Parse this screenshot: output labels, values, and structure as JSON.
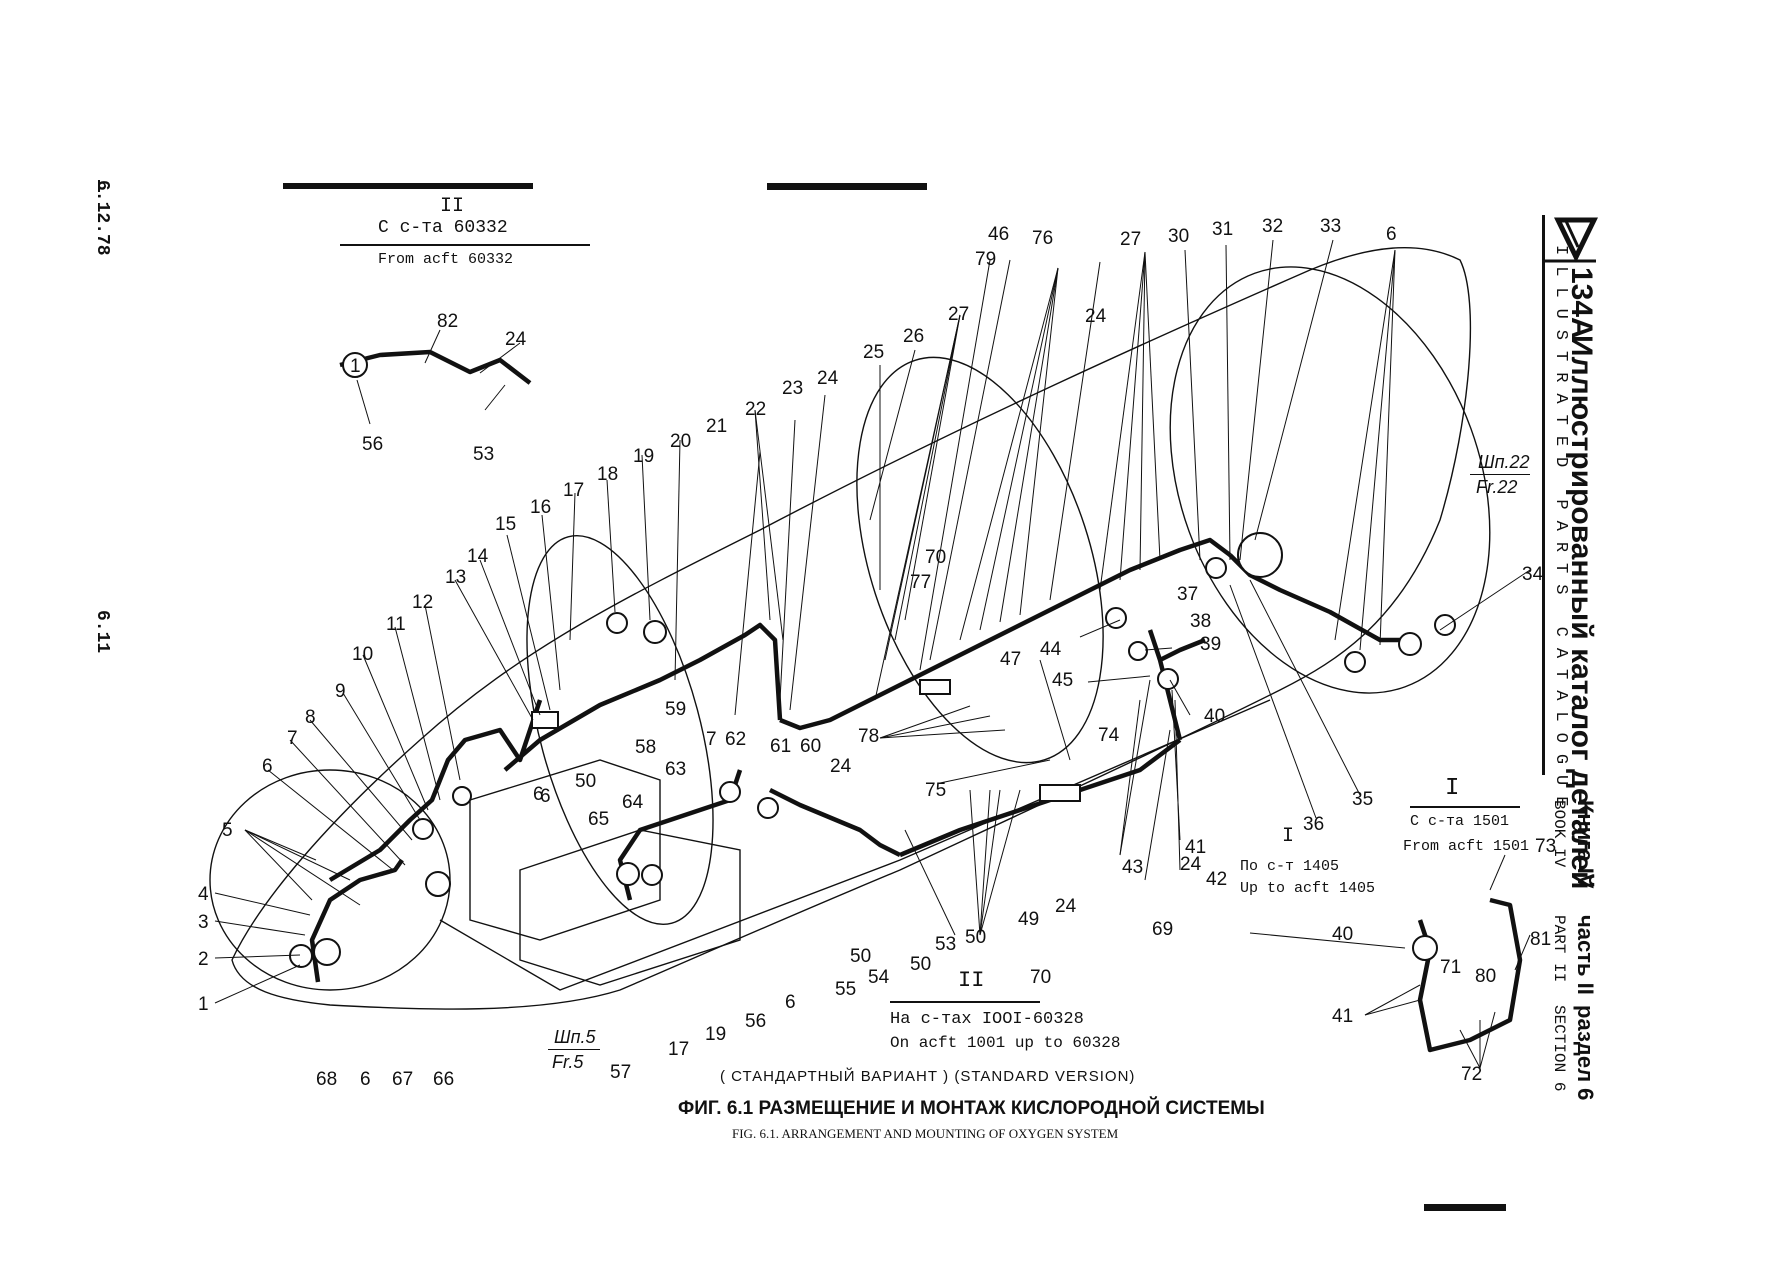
{
  "side_stamp": {
    "date": "6.12.78",
    "page": "6.11"
  },
  "header_strip": {
    "aircraft": "134A",
    "title_ru": "Иллюстрированный каталог деталей",
    "title_en": "ILLUSTRATED PARTS CATALOGUE",
    "book_ru": "Книга IV",
    "part_ru": "часть II",
    "section_ru": "раздел 6",
    "book_en": "BOOK IV",
    "part_en": "PART II",
    "section_en": "SECTION 6"
  },
  "insets": {
    "top": {
      "roman": "II",
      "ru": "С с-та 60332",
      "en": "From acft 60332"
    },
    "right": {
      "roman": "I",
      "ru": "С с-та 1501",
      "en": "From acft 1501"
    },
    "bottom_mid": {
      "roman": "II",
      "ru": "На с-тах IOOI-60328",
      "en": "On acft 1001 up to 60328"
    },
    "mid_note": {
      "roman": "I",
      "ru": "По с-т 1405",
      "en": "Up to acft 1405"
    }
  },
  "frame_labels": {
    "fr5_ru": "Шп.5",
    "fr5_en": "Fr.5",
    "fr22_ru": "Шп.22",
    "fr22_en": "Fr.22"
  },
  "captions": {
    "variant": "( СТАНДАРТНЫЙ ВАРИАНТ ) (STANDARD VERSION)",
    "figure_ru": "ФИГ. 6.1 РАЗМЕЩЕНИЕ И МОНТАЖ   КИСЛОРОДНОЙ    СИСТЕМЫ",
    "figure_en": "FIG. 6.1. ARRANGEMENT AND MOUNTING OF OXYGEN SYSTEM"
  },
  "callouts": [
    "1",
    "2",
    "3",
    "4",
    "5",
    "6",
    "7",
    "8",
    "9",
    "10",
    "11",
    "12",
    "13",
    "14",
    "15",
    "16",
    "17",
    "18",
    "19",
    "20",
    "21",
    "22",
    "23",
    "24",
    "25",
    "26",
    "27",
    "30",
    "31",
    "32",
    "33",
    "6",
    "34",
    "35",
    "36",
    "37",
    "38",
    "39",
    "40",
    "41",
    "42",
    "43",
    "44",
    "45",
    "46",
    "47",
    "49",
    "50",
    "53",
    "54",
    "55",
    "56",
    "57",
    "58",
    "59",
    "60",
    "61",
    "62",
    "63",
    "64",
    "65",
    "66",
    "67",
    "68",
    "69",
    "70",
    "71",
    "72",
    "73",
    "74",
    "75",
    "76",
    "77",
    "78",
    "79",
    "80",
    "81",
    "82",
    "24",
    "53",
    "56",
    "40",
    "41",
    "50",
    "50",
    "50",
    "6",
    "6",
    "6",
    "17",
    "19",
    "24",
    "24",
    "24",
    "24",
    "27",
    "70",
    "6",
    "7",
    "1"
  ]
}
